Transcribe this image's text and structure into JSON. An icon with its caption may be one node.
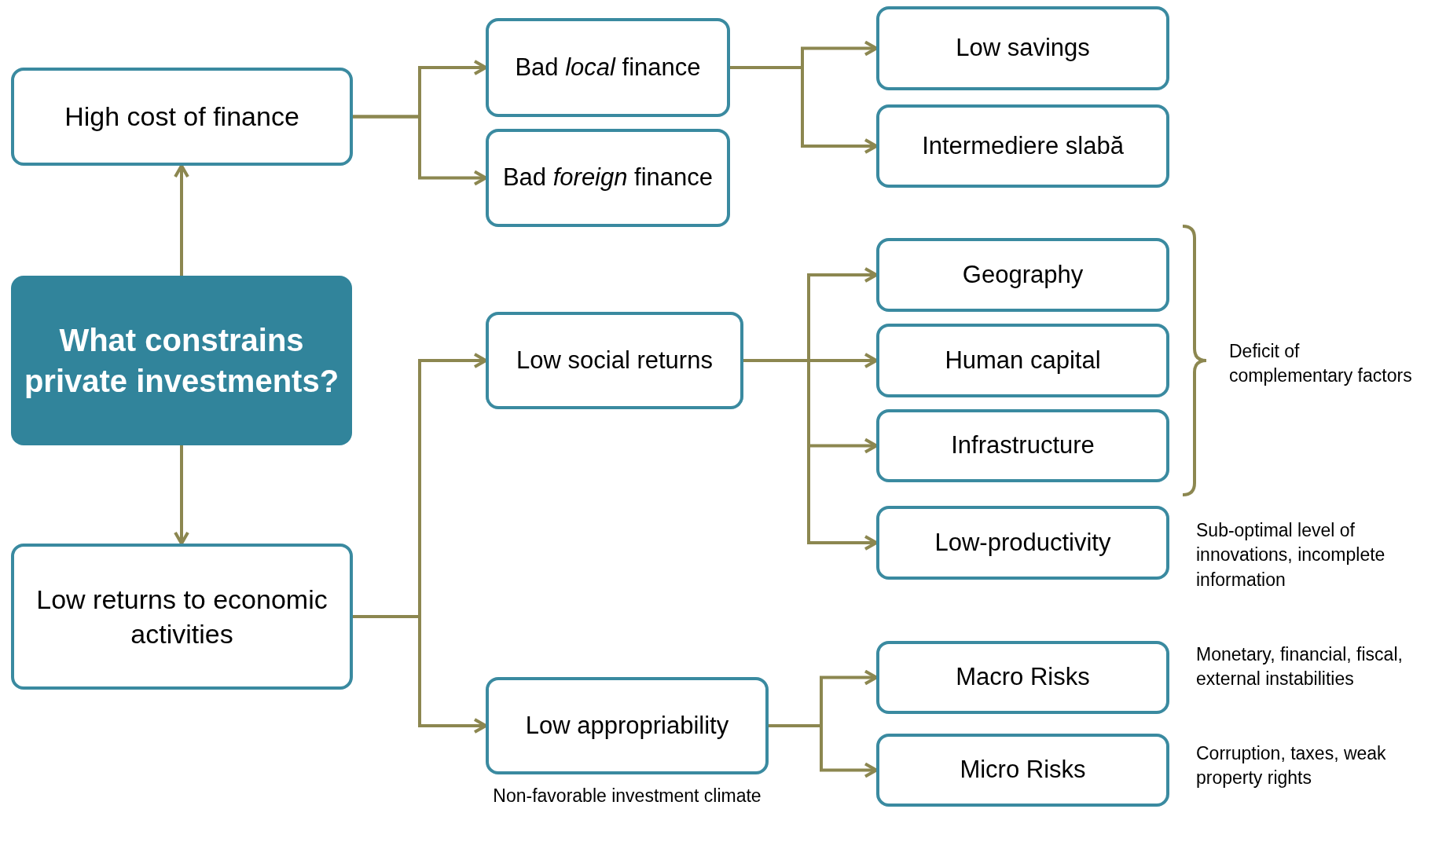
{
  "diagram": {
    "nodes": [
      {
        "text": [
          "What constrains private investments?"
        ]
      },
      {
        "text": [
          "High cost of finance"
        ]
      },
      {
        "text": [
          "Low returns to economic activities"
        ]
      },
      {
        "text": [
          "Bad *local* finance"
        ]
      },
      {
        "text": [
          "Bad *foreign* finance"
        ]
      },
      {
        "text": [
          "Low social returns"
        ]
      },
      {
        "text": [
          "Low appropriability"
        ],
        "beside": [
          "Non-favorable investment climate"
        ]
      },
      {
        "text": [
          "Low savings"
        ]
      },
      {
        "text": [
          "Intermediere slabă"
        ]
      },
      {
        "text": [
          "Geography"
        ]
      },
      {
        "text": [
          "Human capital"
        ]
      },
      {
        "text": [
          "Infrastructure"
        ]
      },
      {
        "text": [
          "Low-productivity"
        ],
        "beside": [
          "Sub-optimal level of innovations, incomplete information"
        ]
      },
      {
        "text": [
          "Macro Risks"
        ],
        "beside": [
          "Monetary, financial, fiscal, external instabilities"
        ]
      },
      {
        "text": [
          "Micro Risks"
        ],
        "beside": [
          "Corruption, taxes, weak property rights"
        ]
      }
    ],
    "edges": [
      {
        "from": 0,
        "to": 1,
        "arrow": "to"
      },
      {
        "from": 0,
        "to": 2,
        "arrow": "to"
      },
      {
        "from": 1,
        "to": 3,
        "arrow": "to"
      },
      {
        "from": 1,
        "to": 4,
        "arrow": "to"
      },
      {
        "from": 3,
        "to": 7,
        "arrow": "to"
      },
      {
        "from": 3,
        "to": 8,
        "arrow": "to"
      },
      {
        "from": 2,
        "to": 5,
        "arrow": "to"
      },
      {
        "from": 2,
        "to": 6,
        "arrow": "to"
      },
      {
        "from": 5,
        "to": 9,
        "arrow": "to"
      },
      {
        "from": 5,
        "to": 10,
        "arrow": "to"
      },
      {
        "from": 5,
        "to": 11,
        "arrow": "to"
      },
      {
        "from": 5,
        "to": 12,
        "arrow": "to"
      },
      {
        "from": 6,
        "to": 13,
        "arrow": "to"
      },
      {
        "from": 6,
        "to": 14,
        "arrow": "to"
      }
    ],
    "labels": [
      "Deficit of complementary factors"
    ]
  }
}
